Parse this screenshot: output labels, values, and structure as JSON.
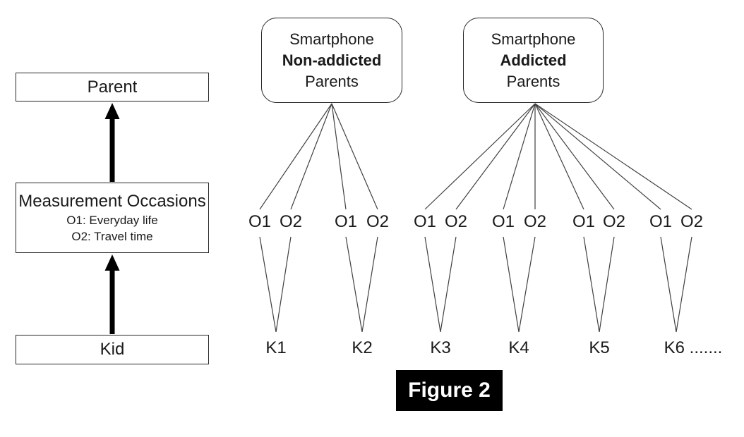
{
  "figure": {
    "caption": "Figure 2"
  },
  "hierarchy_legend": {
    "parent_label": "Parent",
    "occasions": {
      "title": "Measurement Occasions",
      "items": [
        "O1: Everyday life",
        "O2: Travel time"
      ]
    },
    "kid_label": "Kid"
  },
  "parent_groups": [
    {
      "name": "smartphone-non-addicted-parents",
      "title_lines": [
        "Smartphone",
        "Non-addicted",
        "Parents"
      ],
      "kids": [
        {
          "label": "K1",
          "occasions": [
            "O1",
            "O2"
          ]
        },
        {
          "label": "K2",
          "occasions": [
            "O1",
            "O2"
          ]
        }
      ]
    },
    {
      "name": "smartphone-addicted-parents",
      "title_lines": [
        "Smartphone",
        "Addicted",
        "Parents"
      ],
      "kids": [
        {
          "label": "K3",
          "occasions": [
            "O1",
            "O2"
          ]
        },
        {
          "label": "K4",
          "occasions": [
            "O1",
            "O2"
          ]
        },
        {
          "label": "K5",
          "occasions": [
            "O1",
            "O2"
          ]
        },
        {
          "label": "K6",
          "suffix": " .......",
          "occasions": [
            "O1",
            "O2"
          ]
        }
      ]
    }
  ],
  "colors": {
    "background": "#ffffff",
    "box_border": "#262626",
    "text": "#1a1a1a",
    "connector": "#404040",
    "arrow": "#000000",
    "caption_bg": "#000000",
    "caption_fg": "#ffffff"
  }
}
